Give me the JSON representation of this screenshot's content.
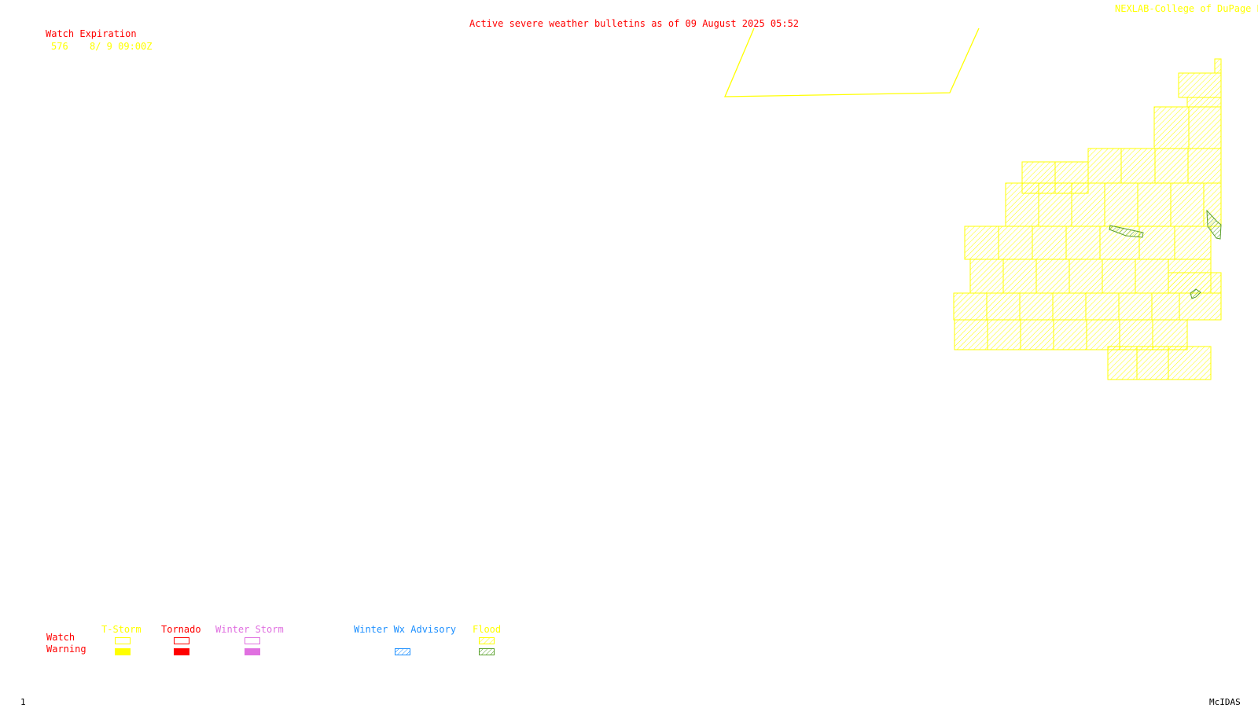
{
  "header": {
    "title": "Active severe weather bulletins as of 09 August 2025 05:52",
    "credit": "NEXLAB-College of DuPage R"
  },
  "watch_expiration": {
    "heading": "Watch Expiration",
    "entries": [
      {
        "number": "576",
        "expires": "8/ 9 09:00Z"
      }
    ]
  },
  "legend": {
    "row_labels": {
      "watch": "Watch",
      "warning": "Warning"
    },
    "categories": [
      {
        "key": "tstorm",
        "label": "T-Storm",
        "color": "#ffff00"
      },
      {
        "key": "tornado",
        "label": "Tornado",
        "color": "#ff0000"
      },
      {
        "key": "winter_storm",
        "label": "Winter Storm",
        "color": "#e070e0"
      },
      {
        "key": "winter_wx_advisory",
        "label": "Winter Wx Advisory",
        "color": "#1e90ff"
      },
      {
        "key": "flood",
        "label": "Flood",
        "color": "#ffff00",
        "warning_color": "#7ccd3c"
      }
    ]
  },
  "footer": {
    "frame": "1",
    "software": "McIDAS"
  },
  "colors": {
    "watch_outline": "#ffff00",
    "flood_watch_hatch": "#ffff00",
    "flood_warning_hatch": "#7ccd3c"
  }
}
